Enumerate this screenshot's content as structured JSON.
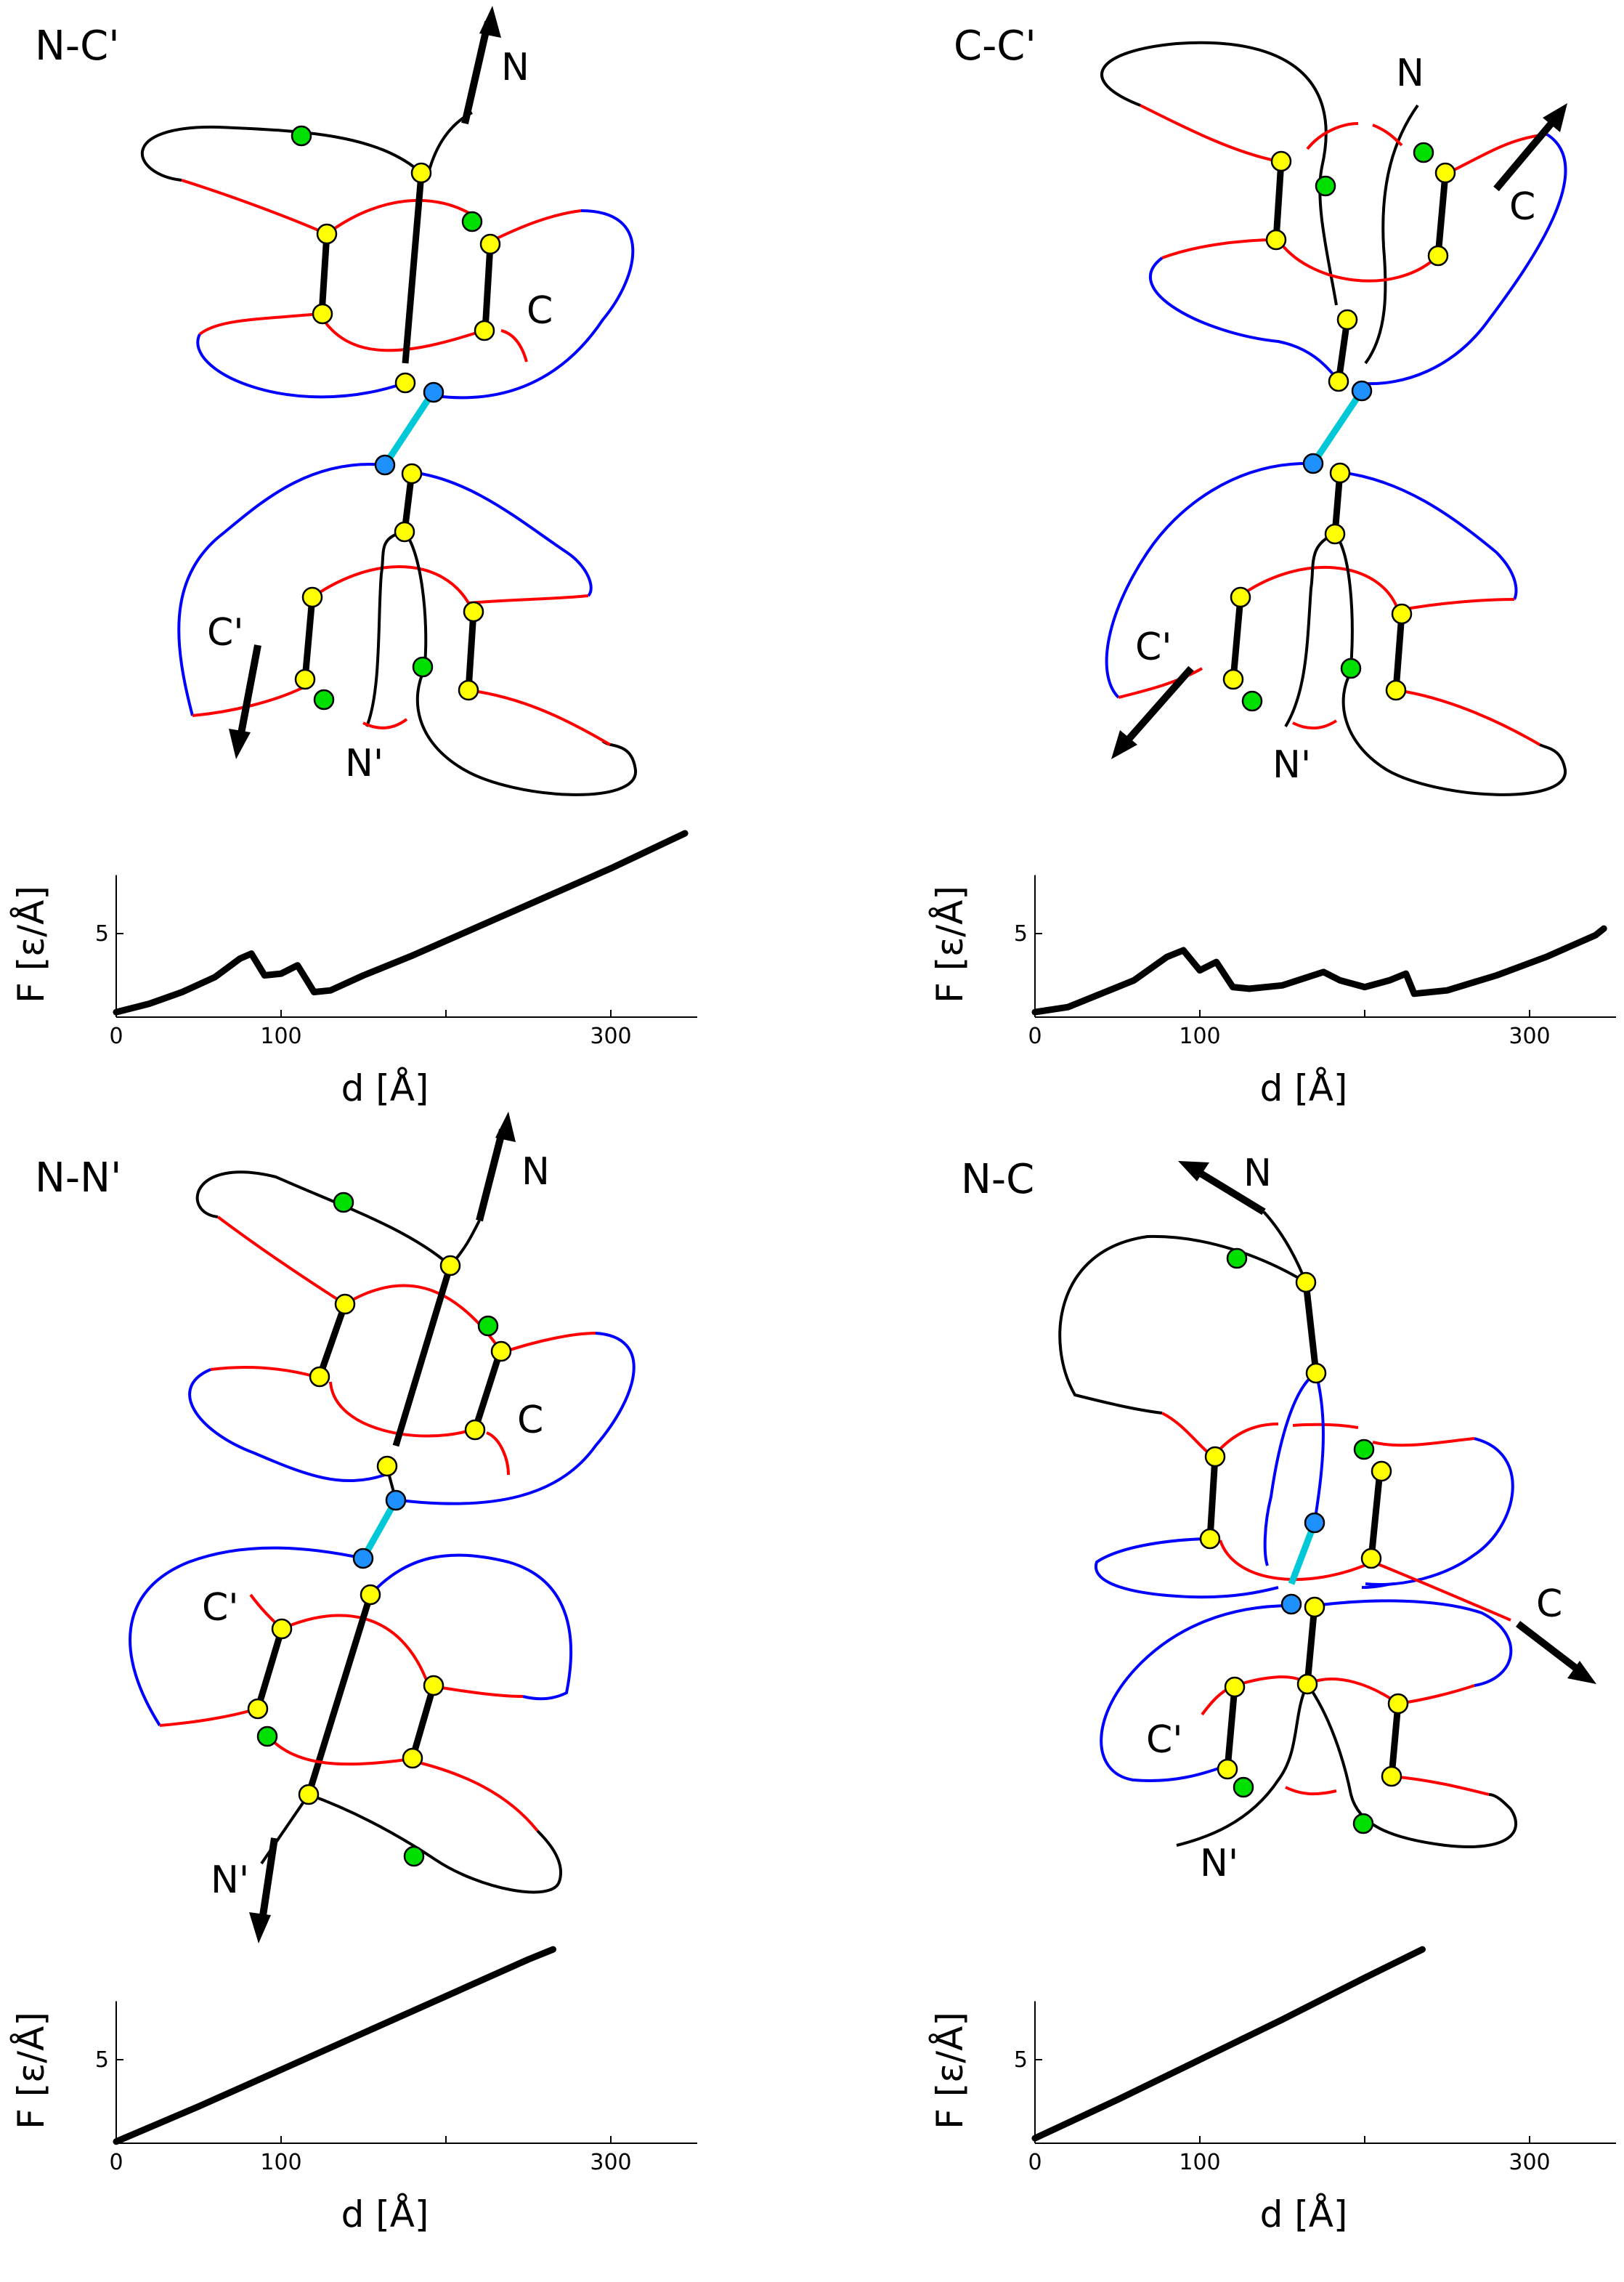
{
  "colors": {
    "black": "#000000",
    "red": "#ff0000",
    "blue": "#0000ff",
    "cyan": "#00c8d8",
    "yellow": "#ffff00",
    "green": "#00e000",
    "lightblue": "#1e90ff"
  },
  "panels": [
    {
      "title": "N-C'",
      "end_labels": [
        "N",
        "C",
        "C'",
        "N'"
      ]
    },
    {
      "title": "C-C'",
      "end_labels": [
        "N",
        "C",
        "C'",
        "N'"
      ]
    },
    {
      "title": "N-N'",
      "end_labels": [
        "N",
        "C",
        "C'",
        "N'"
      ]
    },
    {
      "title": "N-C",
      "end_labels": [
        "N",
        "C",
        "C'",
        "N'"
      ]
    }
  ],
  "chart_data": [
    {
      "type": "line",
      "xlabel": "d [Å]",
      "ylabel": "F  [ε/Å]",
      "x_ticks": [
        "0",
        "100",
        "300"
      ],
      "y_ticks": [
        "5"
      ],
      "xlim": [
        0,
        355
      ],
      "ylim": [
        0,
        8.5
      ],
      "series": [
        {
          "x": [
            0,
            20,
            40,
            60,
            75,
            82,
            90,
            100,
            110,
            115,
            120,
            130,
            150,
            180,
            210,
            240,
            270,
            300,
            330,
            345
          ],
          "y": [
            0.3,
            0.8,
            1.5,
            2.4,
            3.5,
            3.8,
            2.5,
            2.6,
            3.1,
            2.3,
            1.5,
            1.6,
            2.5,
            3.7,
            5.0,
            6.3,
            7.6,
            8.9,
            10.3,
            11.0
          ]
        }
      ]
    },
    {
      "type": "line",
      "xlabel": "d [Å]",
      "ylabel": "F  [ε/Å]",
      "x_ticks": [
        "0",
        "100",
        "300"
      ],
      "y_ticks": [
        "5"
      ],
      "xlim": [
        0,
        355
      ],
      "ylim": [
        0,
        8.5
      ],
      "series": [
        {
          "x": [
            0,
            20,
            40,
            60,
            80,
            90,
            100,
            110,
            120,
            130,
            150,
            175,
            185,
            200,
            215,
            225,
            230,
            250,
            280,
            310,
            340,
            345
          ],
          "y": [
            0.3,
            0.6,
            1.4,
            2.2,
            3.6,
            4.0,
            2.8,
            3.3,
            1.8,
            1.7,
            1.9,
            2.7,
            2.2,
            1.8,
            2.2,
            2.6,
            1.4,
            1.6,
            2.5,
            3.6,
            4.9,
            5.3
          ]
        }
      ]
    },
    {
      "type": "line",
      "xlabel": "d [Å]",
      "ylabel": "F  [ε/Å]",
      "x_ticks": [
        "0",
        "100",
        "300"
      ],
      "y_ticks": [
        "5"
      ],
      "xlim": [
        0,
        355
      ],
      "ylim": [
        0,
        8.5
      ],
      "series": [
        {
          "x": [
            0,
            50,
            100,
            150,
            200,
            250,
            265
          ],
          "y": [
            0.1,
            2.2,
            4.4,
            6.6,
            8.8,
            11.0,
            11.6
          ]
        }
      ]
    },
    {
      "type": "line",
      "xlabel": "d [Å]",
      "ylabel": "F  [ε/Å]",
      "x_ticks": [
        "0",
        "100",
        "300"
      ],
      "y_ticks": [
        "5"
      ],
      "xlim": [
        0,
        355
      ],
      "ylim": [
        0,
        8.5
      ],
      "series": [
        {
          "x": [
            0,
            50,
            100,
            150,
            200,
            235
          ],
          "y": [
            0.3,
            2.6,
            5.0,
            7.4,
            9.9,
            11.6
          ]
        }
      ]
    }
  ]
}
